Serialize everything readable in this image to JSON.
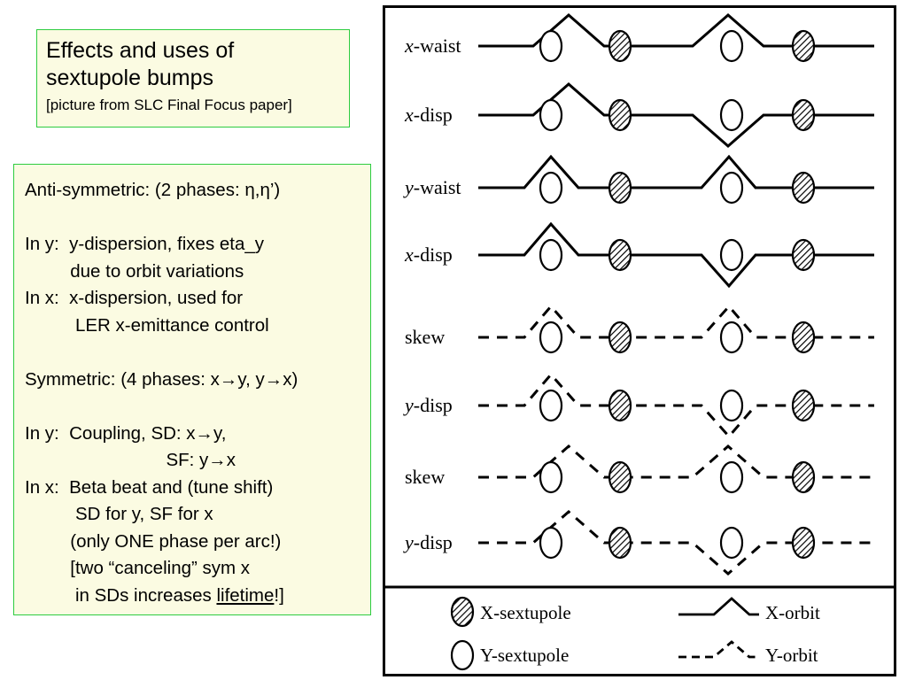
{
  "title_box": {
    "line1": "Effects and uses of",
    "line2": "sextupole bumps",
    "note": "[picture from SLC Final Focus paper]"
  },
  "text_box": {
    "lines": [
      "Anti-symmetric: (2 phases: η,η’)",
      "",
      "In y:  y-dispersion, fixes eta_y",
      "         due to orbit variations",
      "In x:  x-dispersion, used for",
      "          LER x-emittance control",
      "",
      "Symmetric: (4 phases: x→y, y→x)",
      "",
      "In y:  Coupling, SD: x→y,",
      "                            SF: y→x",
      "In x:  Beta beat and (tune shift)",
      "          SD for y, SF for x",
      "         (only ONE phase per arc!)",
      "         [two “canceling” sym x",
      "          in SDs increases "
    ],
    "last_underlined": "lifetime",
    "last_tail": "!]"
  },
  "diagram": {
    "rows": [
      {
        "label_italic": "x",
        "label_rest": "-waist",
        "orbit": "x",
        "shape": "up-up"
      },
      {
        "label_italic": "x",
        "label_rest": "-disp",
        "orbit": "x",
        "shape": "up-down"
      },
      {
        "label_italic": "y",
        "label_rest": "-waist",
        "orbit": "x",
        "shape": "upY-upY"
      },
      {
        "label_italic": "x",
        "label_rest": "-disp",
        "orbit": "x",
        "shape": "upY-downY"
      },
      {
        "label_italic": "",
        "label_rest": "skew",
        "orbit": "y",
        "shape": "upY-upY"
      },
      {
        "label_italic": "y",
        "label_rest": "-disp",
        "orbit": "y",
        "shape": "upY-downY"
      },
      {
        "label_italic": "",
        "label_rest": "skew",
        "orbit": "y",
        "shape": "up-up"
      },
      {
        "label_italic": "y",
        "label_rest": "-disp",
        "orbit": "y",
        "shape": "up-down"
      }
    ],
    "legend": {
      "x_sextupole": "X-sextupole",
      "y_sextupole": "Y-sextupole",
      "x_orbit": "X-orbit",
      "y_orbit": "Y-orbit"
    }
  }
}
